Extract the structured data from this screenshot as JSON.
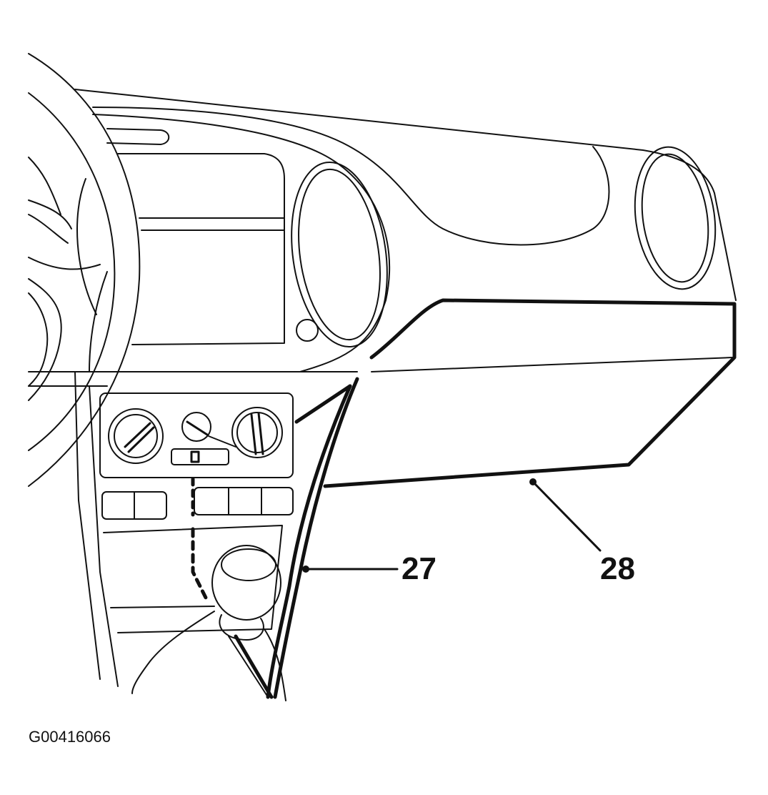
{
  "callouts": [
    {
      "id": "27",
      "label": "27"
    },
    {
      "id": "28",
      "label": "28"
    }
  ],
  "figure_id": "G00416066",
  "colors": {
    "line": "#111111",
    "background": "#ffffff"
  }
}
